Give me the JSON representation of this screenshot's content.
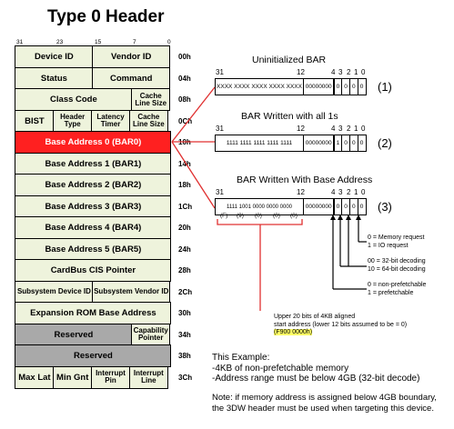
{
  "header": {
    "title": "Type 0 Header"
  },
  "bit_ticks": [
    "31",
    "23",
    "15",
    "7",
    "0"
  ],
  "registers": [
    [
      {
        "t": "Device ID",
        "w": 2
      },
      {
        "t": "Vendor ID",
        "w": 2
      }
    ],
    [
      {
        "t": "Status",
        "w": 2
      },
      {
        "t": "Command",
        "w": 2
      }
    ],
    [
      {
        "t": "Class Code",
        "w": 3
      },
      {
        "t": "Cache Line Size",
        "w": 1,
        "small": true
      }
    ],
    [
      {
        "t": "BIST",
        "w": 1
      },
      {
        "t": "Header Type",
        "w": 1,
        "small": true
      },
      {
        "t": "Latency Timer",
        "w": 1,
        "small": true
      },
      {
        "t": "Cache Line Size",
        "w": 1,
        "small": true
      }
    ],
    [
      {
        "t": "Base Address 0 (BAR0)",
        "w": 4,
        "style": "red"
      }
    ],
    [
      {
        "t": "Base Address 1 (BAR1)",
        "w": 4
      }
    ],
    [
      {
        "t": "Base Address 2 (BAR2)",
        "w": 4
      }
    ],
    [
      {
        "t": "Base Address 3 (BAR3)",
        "w": 4
      }
    ],
    [
      {
        "t": "Base Address 4 (BAR4)",
        "w": 4
      }
    ],
    [
      {
        "t": "Base Address 5 (BAR5)",
        "w": 4
      }
    ],
    [
      {
        "t": "CardBus CIS Pointer",
        "w": 4
      }
    ],
    [
      {
        "t": "Subsystem Device ID",
        "w": 2,
        "small": true
      },
      {
        "t": "Subsystem Vendor ID",
        "w": 2,
        "small": true
      }
    ],
    [
      {
        "t": "Expansion ROM Base Address",
        "w": 4
      }
    ],
    [
      {
        "t": "Reserved",
        "w": 3,
        "style": "gray"
      },
      {
        "t": "Capability Pointer",
        "w": 1,
        "small": true
      }
    ],
    [
      {
        "t": "Reserved",
        "w": 4,
        "style": "gray"
      }
    ],
    [
      {
        "t": "Max Lat",
        "w": 1
      },
      {
        "t": "Min Gnt",
        "w": 1
      },
      {
        "t": "Interrupt Pin",
        "w": 1,
        "small": true
      },
      {
        "t": "Interrupt Line",
        "w": 1,
        "small": true
      }
    ]
  ],
  "offsets": [
    "00h",
    "04h",
    "08h",
    "0Ch",
    "10h",
    "14h",
    "18h",
    "1Ch",
    "20h",
    "24h",
    "28h",
    "2Ch",
    "30h",
    "34h",
    "38h",
    "3Ch"
  ],
  "bars": [
    {
      "title": "Uninitialized BAR",
      "value": "XXXX XXXX XXXX XXXX XXXX",
      "low": "00000000",
      "bits": [
        "0",
        "0",
        "0",
        "0"
      ],
      "num": "(1)"
    },
    {
      "title": "BAR Written with all 1s",
      "value": "1111 1111 1111 1111 1111",
      "low": "00000000",
      "bits": [
        "1",
        "0",
        "0",
        "0"
      ],
      "num": "(2)"
    },
    {
      "title": "BAR Written With Base Address",
      "value": "1111 1001 0000 0000 0000",
      "low": "00000000",
      "bits": [
        "0",
        "0",
        "0",
        "0"
      ],
      "num": "(3)"
    }
  ],
  "bar_bit_labels": {
    "b31": "31",
    "b12": "12",
    "b4": "4",
    "b3": "3",
    "b2": "2",
    "b1": "1",
    "b0": "0"
  },
  "nibbles": [
    "(F)",
    "(9)",
    "(0)",
    "(0)",
    "(0)"
  ],
  "annotations": {
    "mem_io": [
      "0 = Memory request",
      "1 = IO request"
    ],
    "decode": [
      "00 = 32-bit decoding",
      "10 = 64-bit decoding"
    ],
    "prefetch": [
      "0 = non-prefetchable",
      "1 = prefetchable"
    ],
    "upper": [
      "Upper 20 bits of 4KB aligned",
      "start address (lower 12 bits assumed to be = 0)"
    ],
    "upper_value": "(F900 0000h)"
  },
  "example": {
    "heading": "This Example:",
    "lines": [
      "-4KB of non-prefetchable memory",
      "-Address range must be below 4GB (32-bit decode)"
    ]
  },
  "footnote": [
    "Note: if memory address is assigned below 4GB boundary,",
    "the 3DW header must be used when targeting this device."
  ],
  "colors": {
    "cell_bg": "#eef3dc",
    "bar0": "#ff2020",
    "reserved": "#a9a9a9",
    "bracket": "#e03030",
    "highlight": "#ffff66"
  }
}
